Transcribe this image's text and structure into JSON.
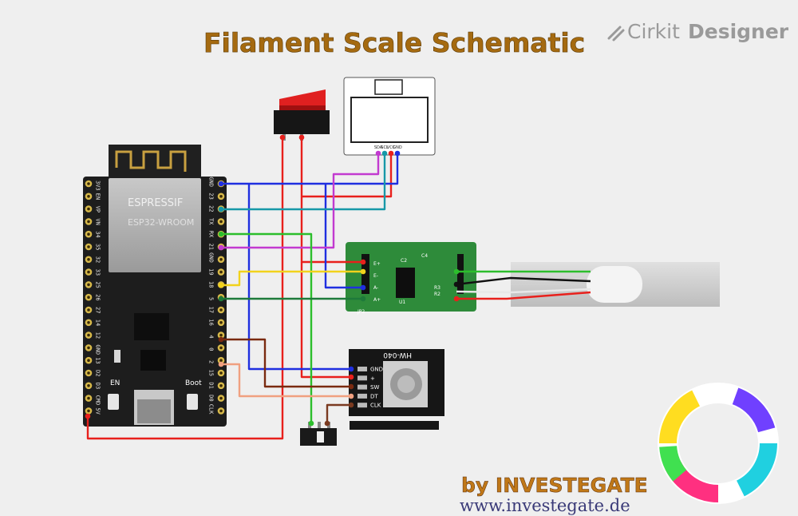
{
  "title": "Filament Scale Schematic",
  "brand": {
    "prefix": "Cirkit",
    "suffix": "Designer"
  },
  "author": "by INVESTEGATE",
  "url": "www.investegate.de",
  "esp32": {
    "vendor": "ESPRESSIF",
    "model": "ESP32-WROOM",
    "left_pins": [
      "3V3",
      "EN",
      "VP",
      "VN",
      "34",
      "35",
      "32",
      "33",
      "25",
      "26",
      "27",
      "14",
      "12",
      "GND",
      "13",
      "D2",
      "D3",
      "CMD",
      "5V"
    ],
    "right_pins": [
      "GND",
      "23",
      "22",
      "TX",
      "RX",
      "21",
      "GND",
      "19",
      "18",
      "5",
      "17",
      "16",
      "4",
      "0",
      "2",
      "15",
      "D1",
      "D0",
      "CLK"
    ],
    "en_label": "EN",
    "boot_label": "Boot"
  },
  "oled": {
    "pins": [
      "SDA",
      "SCL",
      "VCC",
      "GND"
    ]
  },
  "hx711": {
    "pins": [
      "E+",
      "E-",
      "A-",
      "A+"
    ],
    "labels": [
      "JP2",
      "C2",
      "C4",
      "R3",
      "R2",
      "U1"
    ]
  },
  "encoder": {
    "name": "HW-040",
    "pins": [
      "GND",
      "+",
      "SW",
      "DT",
      "CLK"
    ]
  },
  "colors": {
    "red": "#e8201c",
    "blue": "#1f2fe0",
    "teal": "#1798a8",
    "magenta": "#c23ad0",
    "yellow": "#f2d21c",
    "green": "#2cbe2c",
    "darkgreen": "#1e7a3a",
    "brown": "#7a2a10",
    "salmon": "#f0a080",
    "black": "#111111",
    "darkred": "#8a1028",
    "board": "#1d1d1d",
    "pcb": "#2e8b3a"
  }
}
